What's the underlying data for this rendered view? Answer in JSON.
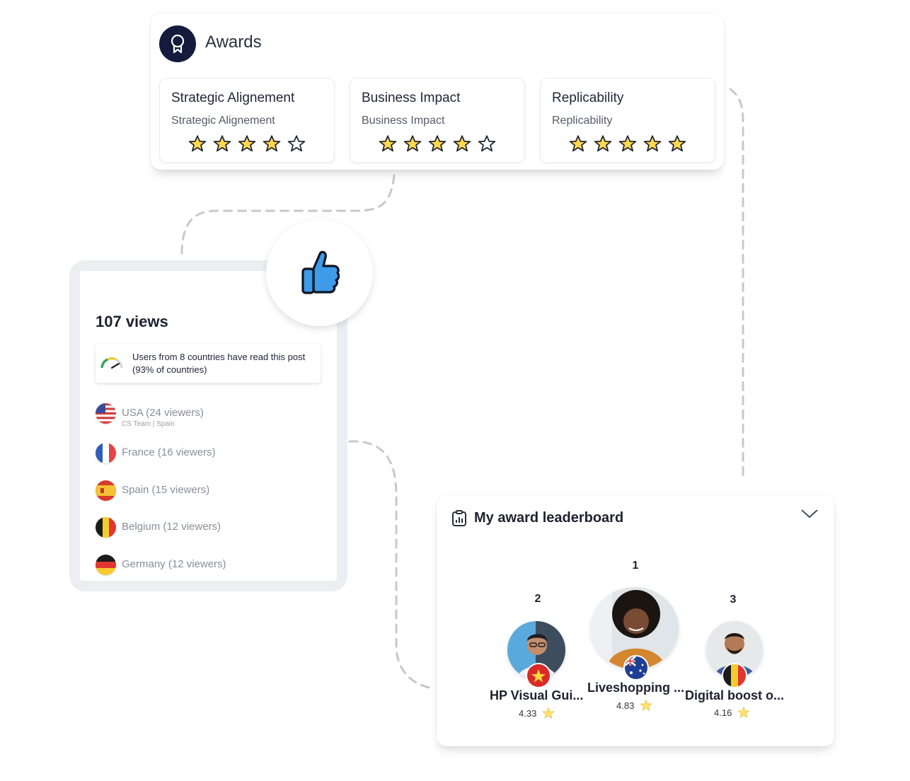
{
  "colors": {
    "accent_navy": "#141b3d",
    "star_fill": "#ffd84d",
    "thumb_blue": "#3d9be9",
    "dash": "#c8c8cc"
  },
  "awards": {
    "title": "Awards",
    "icon": "award-ribbon-icon",
    "criteria": [
      {
        "title": "Strategic Alignement",
        "subtitle": "Strategic Alignement",
        "rating": 4,
        "max": 5
      },
      {
        "title": "Business Impact",
        "subtitle": "Business Impact",
        "rating": 4,
        "max": 5
      },
      {
        "title": "Replicability",
        "subtitle": "Replicability",
        "rating": 5,
        "max": 5
      }
    ]
  },
  "views": {
    "icon": "thumbs-up-icon",
    "count_label": "107 views",
    "countries_summary": "Users from 8 countries have read this post (93% of countries)",
    "countries": [
      {
        "label": "USA (24 viewers)",
        "sub": "CS Team | Spain",
        "flag": "usa-flag-icon"
      },
      {
        "label": "France (16 viewers)",
        "flag": "france-flag-icon"
      },
      {
        "label": "Spain (15 viewers)",
        "flag": "spain-flag-icon"
      },
      {
        "label": "Belgium (12 viewers)",
        "flag": "belgium-flag-icon"
      },
      {
        "label": "Germany (12 viewers)",
        "flag": "germany-flag-icon"
      }
    ]
  },
  "leaderboard": {
    "title": "My award leaderboard",
    "entries": [
      {
        "rank": "2",
        "name": "HP Visual Gui...",
        "score": "4.33",
        "flag": "vietnam-flag-icon"
      },
      {
        "rank": "1",
        "name": "Liveshopping ...",
        "score": "4.83",
        "flag": "australia-flag-icon"
      },
      {
        "rank": "3",
        "name": "Digital boost o...",
        "score": "4.16",
        "flag": "belgium-flag-icon"
      }
    ]
  }
}
